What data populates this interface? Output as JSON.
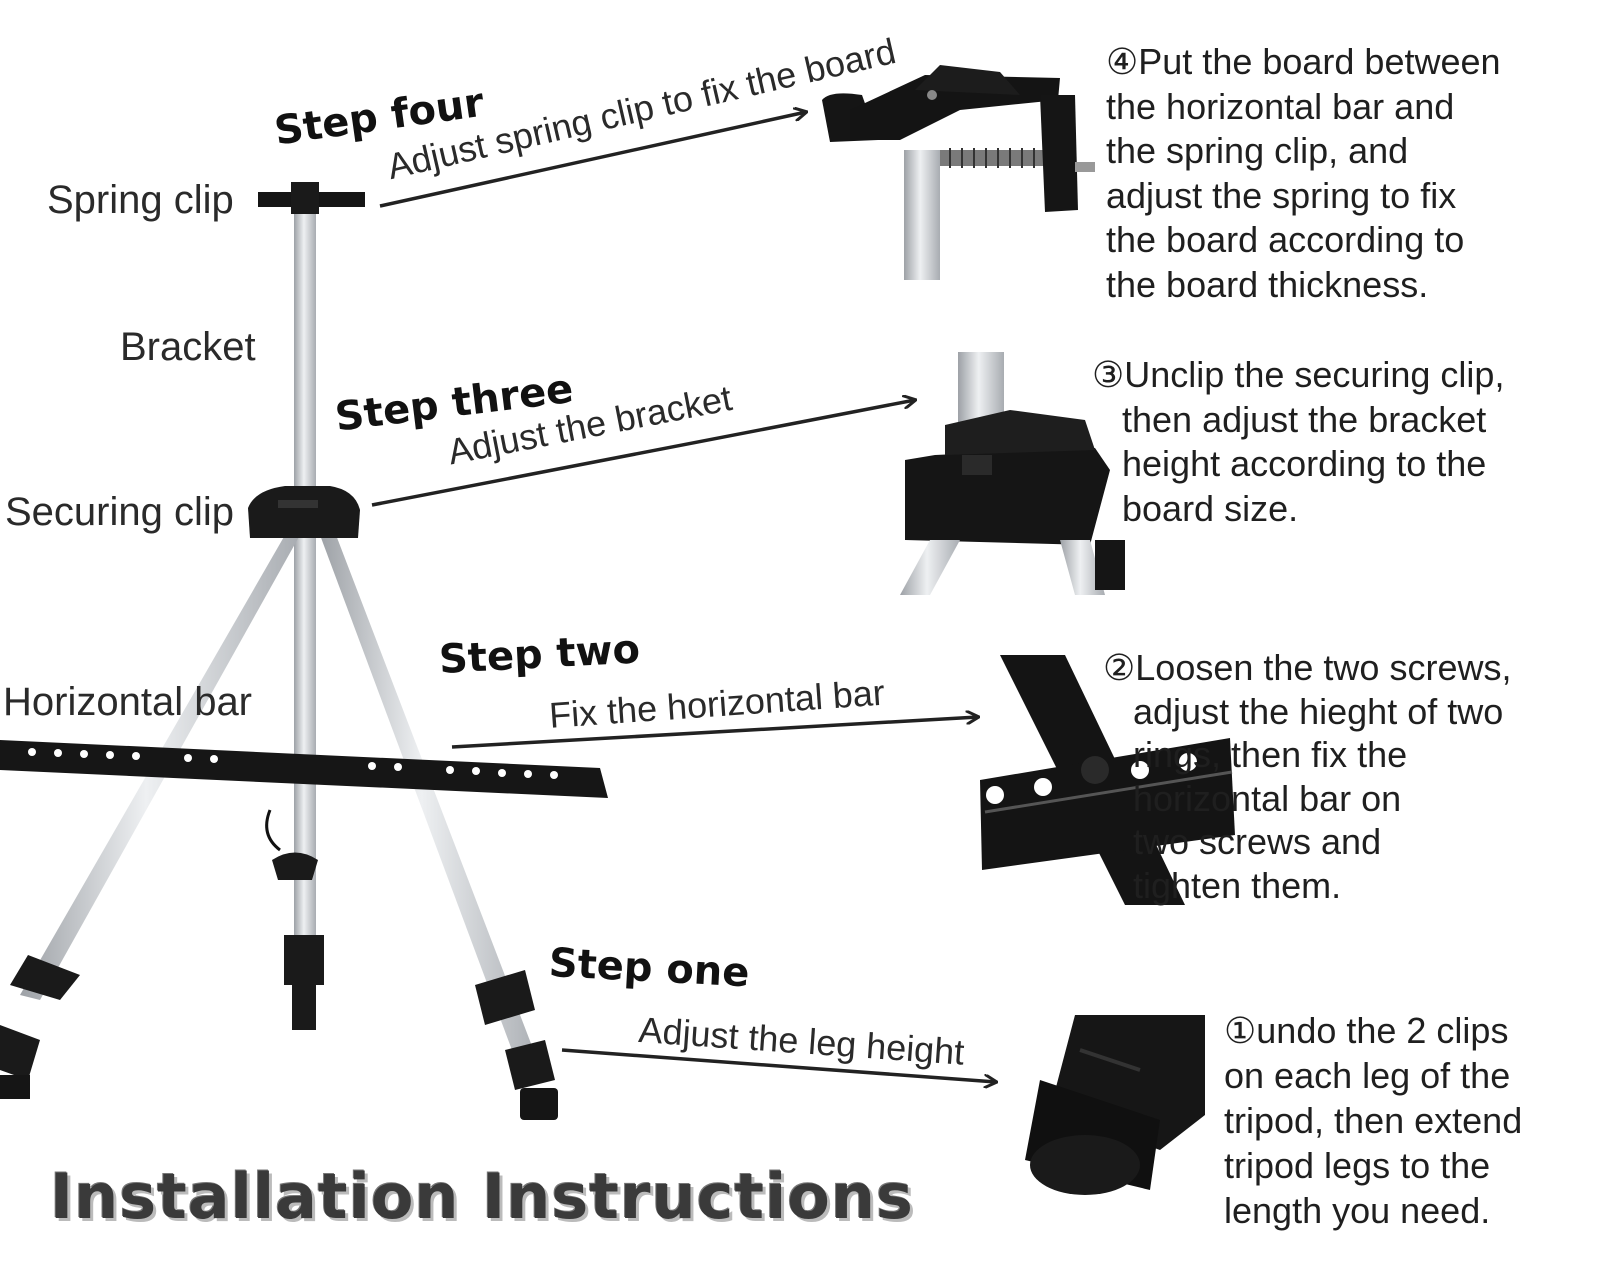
{
  "title": "Installation Instructions",
  "part_labels": {
    "spring_clip": "Spring clip",
    "bracket": "Bracket",
    "securing_clip": "Securing clip",
    "horizontal_bar": "Horizontal bar"
  },
  "steps": [
    {
      "heading": "Step four",
      "action": "Adjust spring clip to fix the board",
      "description": "④Put the board between\nthe horizontal bar and\nthe spring clip, and\nadjust the spring to fix\nthe board according to\nthe board thickness."
    },
    {
      "heading": "Step three",
      "action": "Adjust the bracket",
      "description": "③Unclip the securing clip,\n   then adjust the bracket\n   height according to the\n   board size."
    },
    {
      "heading": "Step two",
      "action": "Fix the horizontal bar",
      "description": "②Loosen the two screws,\n   adjust the hieght of two\n   rings, then fix the\n   horizontal bar on\n   two screws and\n   tighten them."
    },
    {
      "heading": "Step one",
      "action": "Adjust the leg height",
      "description": "①undo the 2 clips\non each leg of the\ntripod, then extend\ntripod legs to the\nlength you need."
    }
  ],
  "colors": {
    "metal": "#c9ccd0",
    "black": "#151515",
    "text": "#222222"
  }
}
